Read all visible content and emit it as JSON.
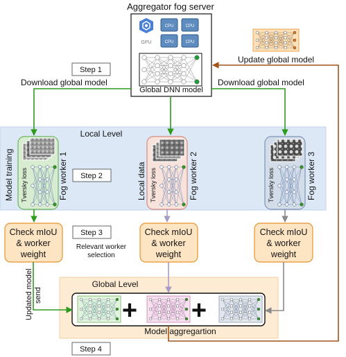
{
  "server": {
    "title": "Aggregator fog server",
    "gpu_label": "GPU",
    "cpu_label": "CPU",
    "model_label": "Global DNN model"
  },
  "update_label": "Update global model",
  "download_left": "Download global model",
  "download_right": "Download global model",
  "steps": {
    "step1": "Step 1",
    "step2": "Step 2",
    "step3": "Step 3",
    "step4": "Step 4"
  },
  "local_level": {
    "title": "Local Level",
    "model_training": "Model training",
    "local_data": "Local data"
  },
  "workers": [
    {
      "label": "Fog worker 1",
      "loss": "Tversky loss",
      "check": [
        "Check mIoU",
        "& worker",
        "weight"
      ]
    },
    {
      "label": "Fog worker 2",
      "loss": "Tversky loss",
      "check": [
        "Check mIoU",
        "& worker",
        "weight"
      ]
    },
    {
      "label": "Fog worker 3",
      "loss": "Tversky loss",
      "check": [
        "Check mIoU",
        "& worker",
        "weight"
      ]
    }
  ],
  "relevant": [
    "Relevant worker",
    "selection"
  ],
  "updated_model": [
    "Updated model",
    "send"
  ],
  "global_level": {
    "title": "Global Level",
    "aggregation": "Model  aggregartion",
    "plus": "+"
  },
  "colors": {
    "green": "#2e9a1e",
    "purple": "#a89bc4",
    "gray": "#8a8a8a",
    "brown": "#a0541a",
    "local_bg": "#dce8f6",
    "global_bg": "#fdebd3",
    "check_bg": "#fde5c4",
    "check_border": "#e5952f"
  }
}
